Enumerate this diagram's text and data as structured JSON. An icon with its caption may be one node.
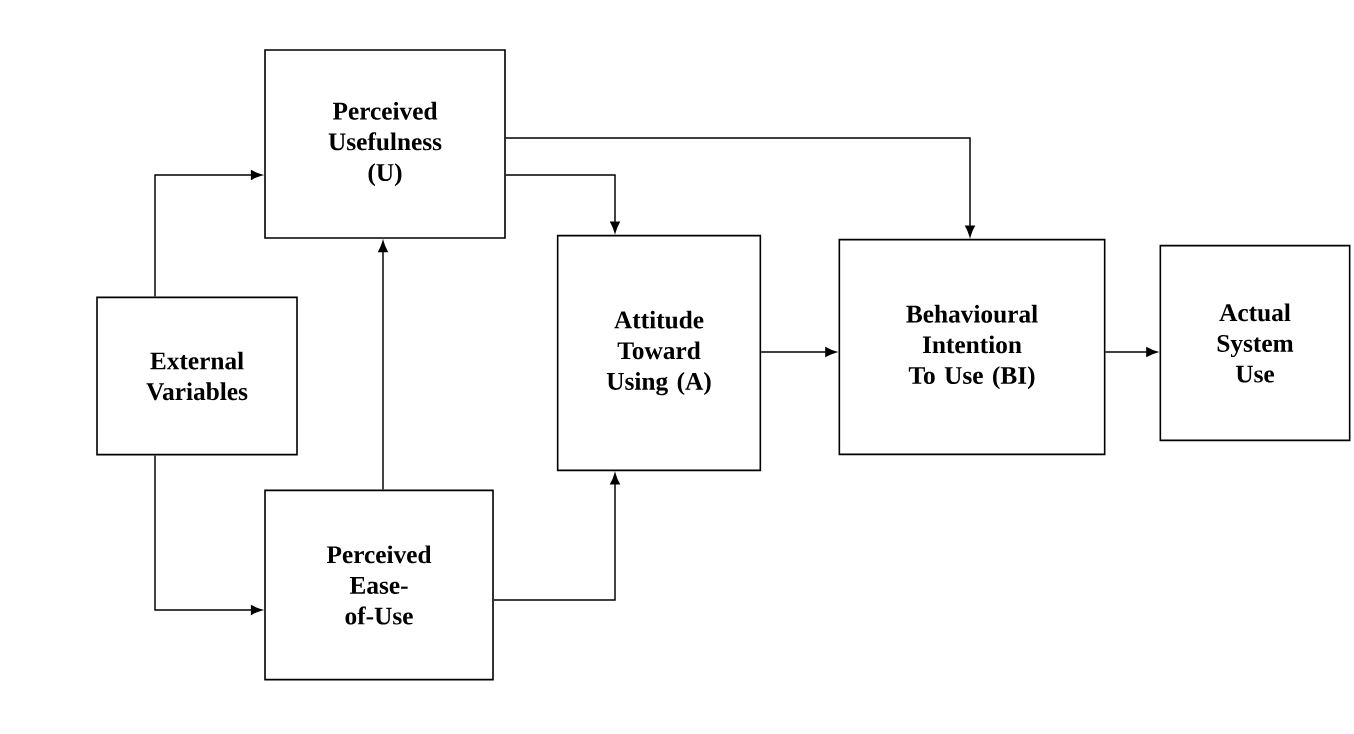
{
  "diagram": {
    "nodes": [
      {
        "text": [
          "Perceived Usefulness (U)"
        ]
      },
      {
        "text": [
          "External Variables"
        ]
      },
      {
        "text": [
          "Attitude Toward Using (A)"
        ]
      },
      {
        "text": [
          "Behavioural Intention To Use (BI)"
        ]
      },
      {
        "text": [
          "Actual System Use"
        ]
      },
      {
        "text": [
          "Perceived Ease-of-Use"
        ]
      }
    ],
    "edges": [
      {
        "from": 1,
        "to": 0,
        "arrow": "to"
      },
      {
        "from": 1,
        "to": 5,
        "arrow": "to"
      },
      {
        "from": 5,
        "to": 0,
        "arrow": "to"
      },
      {
        "from": 0,
        "to": 2,
        "arrow": "to"
      },
      {
        "from": 0,
        "to": 3,
        "arrow": "to"
      },
      {
        "from": 5,
        "to": 2,
        "arrow": "to"
      },
      {
        "from": 2,
        "to": 3,
        "arrow": "to"
      },
      {
        "from": 3,
        "to": 4,
        "arrow": "to"
      }
    ]
  }
}
